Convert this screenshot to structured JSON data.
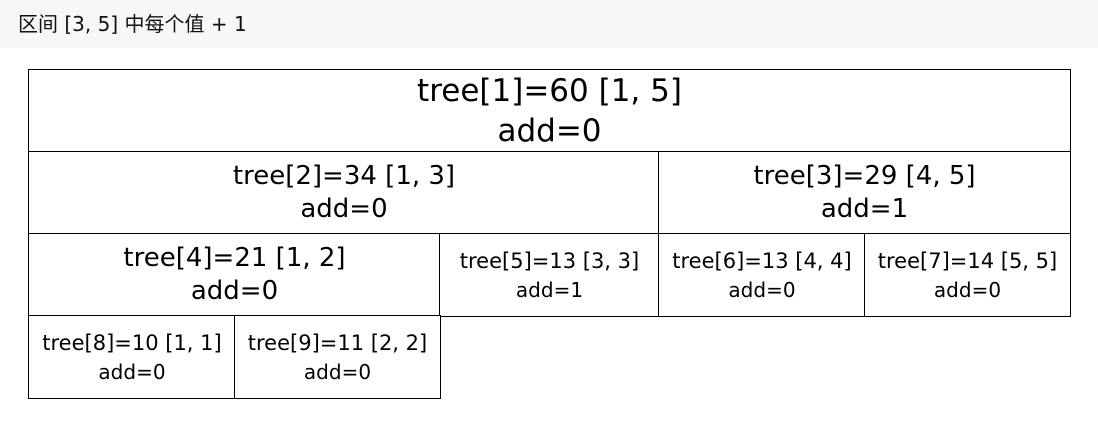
{
  "title": "区间 [3, 5] 中每个值 + 1",
  "nodes": [
    {
      "label": "tree[1]=60 [1, 5]",
      "add": "add=0"
    },
    {
      "label": "tree[2]=34 [1, 3]",
      "add": "add=0"
    },
    {
      "label": "tree[3]=29 [4, 5]",
      "add": "add=1"
    },
    {
      "label": "tree[4]=21 [1, 2]",
      "add": "add=0"
    },
    {
      "label": "tree[5]=13 [3, 3]",
      "add": "add=1"
    },
    {
      "label": "tree[6]=13 [4, 4]",
      "add": "add=0"
    },
    {
      "label": "tree[7]=14 [5, 5]",
      "add": "add=0"
    },
    {
      "label": "tree[8]=10 [1, 1]",
      "add": "add=0"
    },
    {
      "label": "tree[9]=11 [2, 2]",
      "add": "add=0"
    }
  ]
}
